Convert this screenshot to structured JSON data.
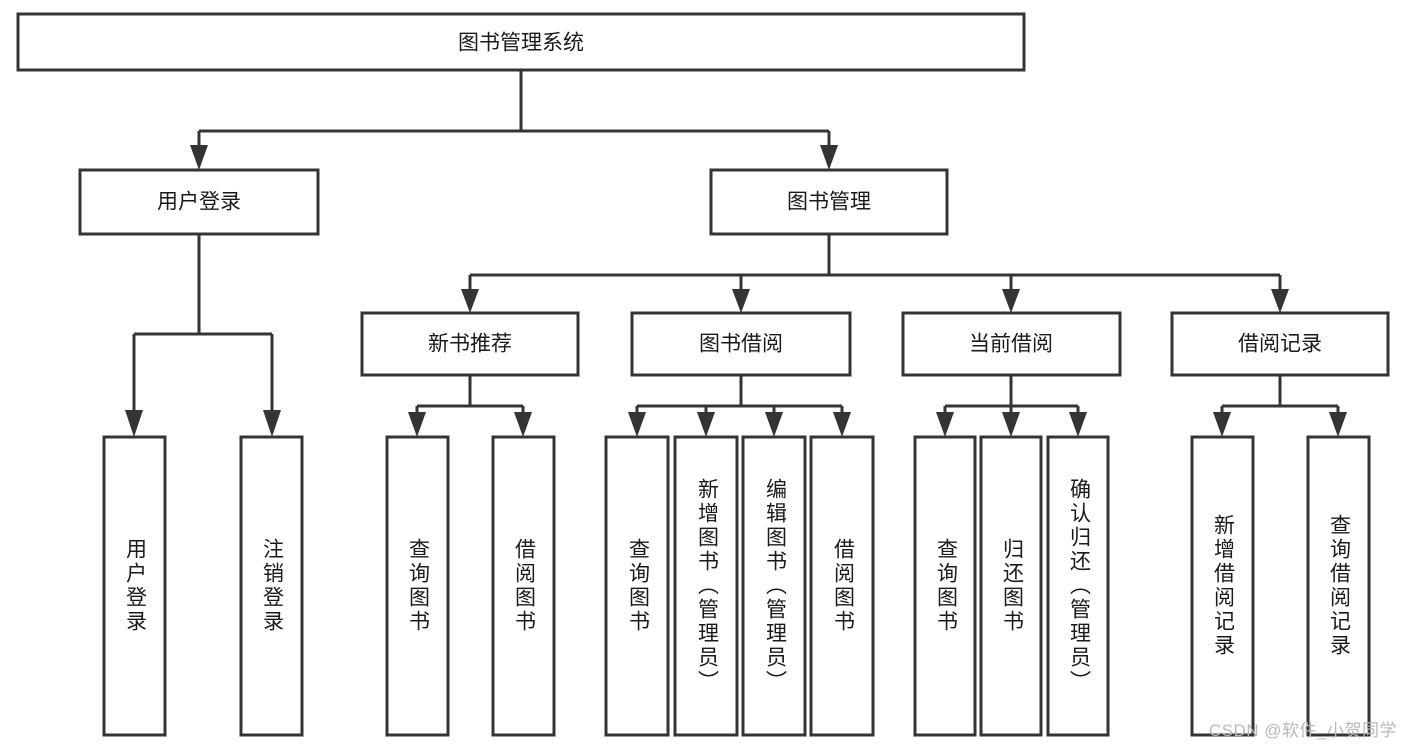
{
  "diagram": {
    "title": "图书管理系统",
    "type": "tree-hierarchy",
    "orientation": "top-down",
    "watermark": "CSDN @软件_小贺同学",
    "colors": {
      "stroke": "#343434",
      "fill": "#ffffff",
      "text": "#1a1a1a",
      "watermark": "#b9b9b9",
      "background": "#ffffff"
    },
    "root": {
      "label": "图书管理系统"
    },
    "level1": [
      {
        "label": "用户登录"
      },
      {
        "label": "图书管理"
      }
    ],
    "level2": [
      {
        "label": "新书推荐"
      },
      {
        "label": "图书借阅"
      },
      {
        "label": "当前借阅"
      },
      {
        "label": "借阅记录"
      }
    ],
    "leaves": {
      "user_login": [
        {
          "label": "用户登录"
        },
        {
          "label": "注销登录"
        }
      ],
      "new_book_recommend": [
        {
          "label": "查询图书"
        },
        {
          "label": "借阅图书"
        }
      ],
      "book_borrow": [
        {
          "label": "查询图书"
        },
        {
          "label": "新增图书（管理员）"
        },
        {
          "label": "编辑图书（管理员）"
        },
        {
          "label": "借阅图书"
        }
      ],
      "current_borrow": [
        {
          "label": "查询图书"
        },
        {
          "label": "归还图书"
        },
        {
          "label": "确认归还（管理员）"
        }
      ],
      "borrow_record": [
        {
          "label": "新增借阅记录"
        },
        {
          "label": "查询借阅记录"
        }
      ]
    }
  }
}
